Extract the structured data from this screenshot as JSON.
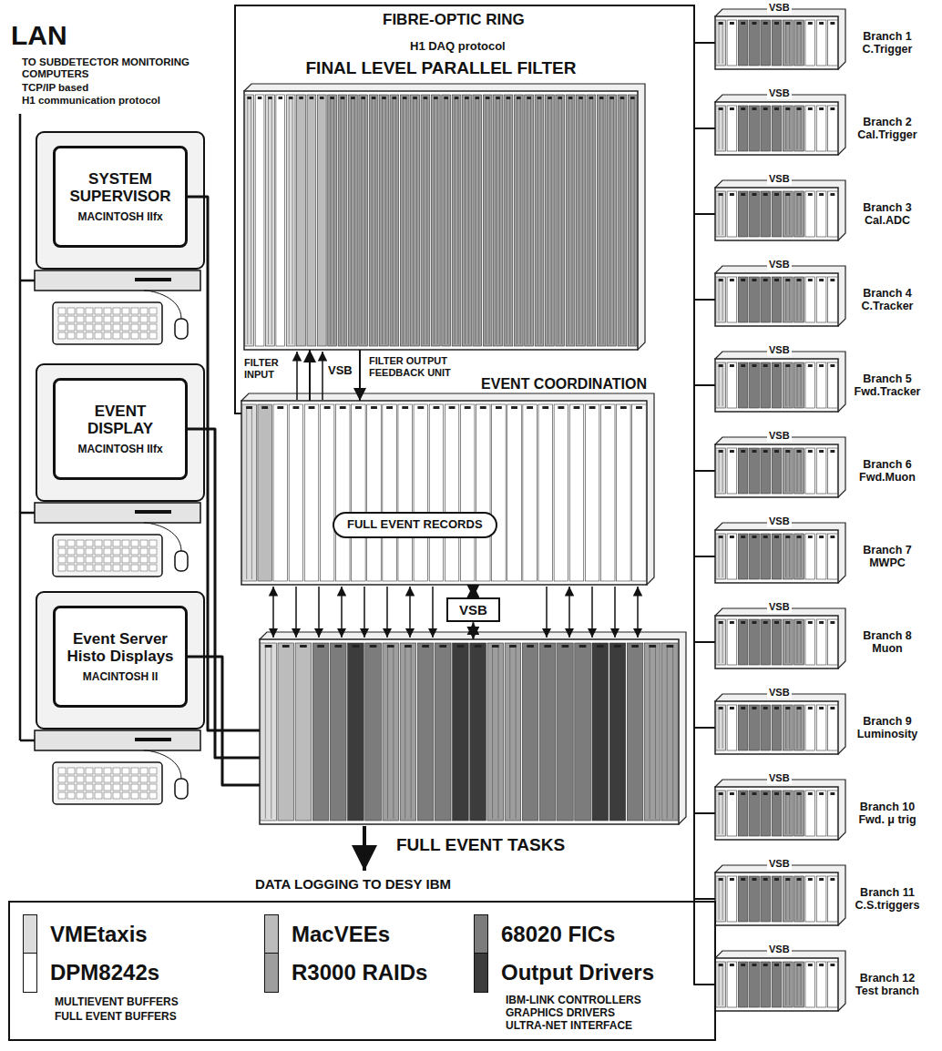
{
  "diagram": {
    "nodes": [
      {
        "text": [
          "SYSTEM SUPERVISOR",
          "MACINTOSH IIfx"
        ]
      },
      {
        "text": [
          "EVENT DISPLAY",
          "MACINTOSH IIfx"
        ]
      },
      {
        "text": [
          "Event Server Histo Displays",
          "MACINTOSH II"
        ]
      },
      {
        "text": [
          "FINAL LEVEL PARALLEL FILTER"
        ]
      },
      {
        "text": [
          "EVENT COORDINATION"
        ]
      },
      {
        "text": [
          "FULL EVENT RECORDS"
        ],
        "in": 4
      },
      {
        "text": [
          "VSB"
        ]
      },
      {
        "text": [
          "FULL EVENT TASKS"
        ]
      },
      {
        "text": [
          "Branch 1 C.Trigger"
        ]
      },
      {
        "text": [
          "Branch 2 Cal.Trigger"
        ]
      },
      {
        "text": [
          "Branch 3 Cal.ADC"
        ]
      },
      {
        "text": [
          "Branch 4 C.Tracker"
        ]
      },
      {
        "text": [
          "Branch 5 Fwd.Tracker"
        ]
      },
      {
        "text": [
          "Branch 6 Fwd.Muon"
        ]
      },
      {
        "text": [
          "Branch 7 MWPC"
        ]
      },
      {
        "text": [
          "Branch 8 Muon"
        ]
      },
      {
        "text": [
          "Branch 9 Luminosity"
        ]
      },
      {
        "text": [
          "Branch 10 Fwd. μ trig"
        ]
      },
      {
        "text": [
          "Branch 11 C.S.triggers"
        ]
      },
      {
        "text": [
          "Branch 12 Test branch"
        ]
      }
    ],
    "edges": [
      {
        "from": 4,
        "to": 3,
        "arrow": "to"
      },
      {
        "from": 3,
        "to": 4,
        "arrow": "to"
      },
      {
        "from": 4,
        "to": 6,
        "arrow": "both"
      },
      {
        "from": 6,
        "to": 7,
        "arrow": "both"
      },
      {
        "from": 4,
        "to": 8,
        "arrow": "none"
      },
      {
        "from": 4,
        "to": 9,
        "arrow": "none"
      },
      {
        "from": 4,
        "to": 10,
        "arrow": "none"
      },
      {
        "from": 4,
        "to": 11,
        "arrow": "none"
      },
      {
        "from": 4,
        "to": 12,
        "arrow": "none"
      },
      {
        "from": 4,
        "to": 13,
        "arrow": "none"
      },
      {
        "from": 4,
        "to": 14,
        "arrow": "none"
      },
      {
        "from": 4,
        "to": 15,
        "arrow": "none"
      },
      {
        "from": 4,
        "to": 16,
        "arrow": "none"
      },
      {
        "from": 4,
        "to": 17,
        "arrow": "none"
      },
      {
        "from": 4,
        "to": 18,
        "arrow": "none"
      },
      {
        "from": 4,
        "to": 19,
        "arrow": "none"
      },
      {
        "from": 0,
        "to": 7,
        "arrow": "none"
      },
      {
        "from": 1,
        "to": 7,
        "arrow": "none"
      },
      {
        "from": 2,
        "to": 7,
        "arrow": "none"
      }
    ],
    "labels": [
      "FIBRE-OPTIC RING",
      "H1 DAQ protocol",
      "LAN",
      "TO SUBDETECTOR MONITORING COMPUTERS",
      "TCP/IP based",
      "H1 communication protocol",
      "FILTER INPUT",
      "VSB",
      "FILTER OUTPUT FEEDBACK UNIT",
      "DATA LOGGING TO DESY IBM",
      "VSB",
      "VSB",
      "VSB",
      "VSB",
      "VSB",
      "VSB",
      "VSB",
      "VSB",
      "VSB",
      "VSB",
      "VSB",
      "VSB",
      "MULTIEVENT BUFFERS",
      "FULL EVENT BUFFERS",
      "IBM-LINK CONTROLLERS",
      "GRAPHICS DRIVERS",
      "ULTRA-NET INTERFACE"
    ],
    "legend": [
      {
        "text": "VMEtaxis",
        "color": "#dcdcdc"
      },
      {
        "text": "MacVEEs",
        "color": "#bcbcbc"
      },
      {
        "text": "68020 FICs",
        "color": "#7c7c7c"
      },
      {
        "text": "DPM8242s",
        "color": "#ffffff"
      },
      {
        "text": "R3000 RAIDs",
        "color": "#9e9e9e"
      },
      {
        "text": "Output Drivers",
        "color": "#3c3c3c"
      }
    ]
  }
}
